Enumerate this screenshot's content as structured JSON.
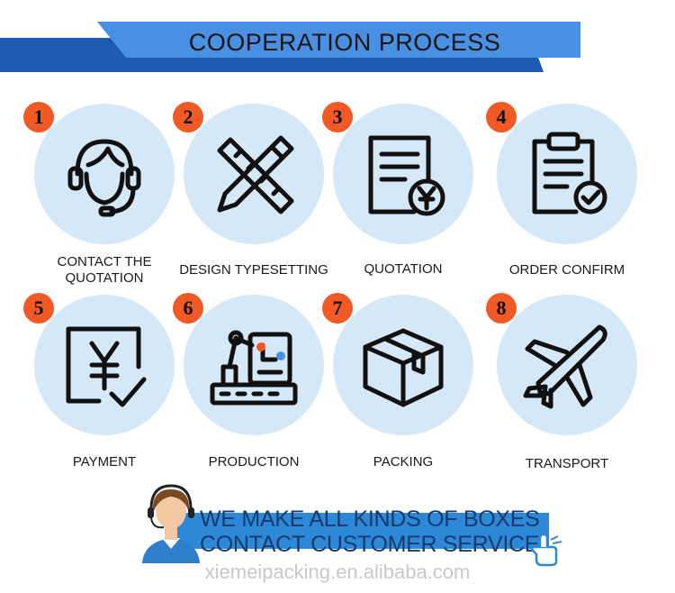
{
  "header": {
    "title": "COOPERATION PROCESS"
  },
  "steps": [
    {
      "number": "1",
      "label": "CONTACT THE\nQUOTATION",
      "icon": "headset-agent-icon"
    },
    {
      "number": "2",
      "label": "DESIGN TYPESETTING",
      "icon": "ruler-pencil-icon"
    },
    {
      "number": "3",
      "label": "QUOTATION",
      "icon": "document-yen-icon"
    },
    {
      "number": "4",
      "label": "ORDER CONFIRM",
      "icon": "clipboard-check-icon"
    },
    {
      "number": "5",
      "label": "PAYMENT",
      "icon": "yen-check-icon"
    },
    {
      "number": "6",
      "label": "PRODUCTION",
      "icon": "robot-arm-icon"
    },
    {
      "number": "7",
      "label": "PACKING",
      "icon": "box-icon"
    },
    {
      "number": "8",
      "label": "TRANSPORT",
      "icon": "airplane-icon"
    }
  ],
  "cta": {
    "line1": "WE MAKE ALL KINDS OF BOXES",
    "line2": "CONTACT CUSTOMER SERVICE"
  },
  "watermark": "xiemeipacking.en.alibaba.com",
  "colors": {
    "banner_dark": "#1e5cb3",
    "banner_light": "#4a90e2",
    "circle": "#d5e8f7",
    "badge": "#f15a24",
    "cta_bar": "#2d89d8"
  }
}
